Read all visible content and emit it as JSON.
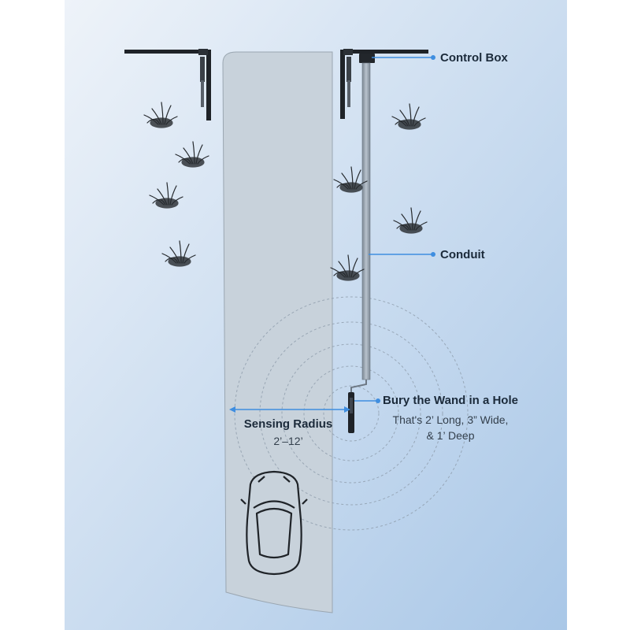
{
  "colors": {
    "panel_top": "#e6eef7",
    "panel_bottom": "#aecbe9",
    "driveway": "#c9d3dc",
    "accent": "#3f8ee0",
    "dark": "#1f2328"
  },
  "labels": {
    "control_box": "Control Box",
    "conduit": "Conduit",
    "wand_title": "Bury the Wand in a Hole",
    "wand_line1": "That's 2’ Long, 3” Wide,",
    "wand_line2": "& 1’ Deep",
    "sensing_title": "Sensing Radius",
    "sensing_value": "2’–12’"
  },
  "icons": [
    "gate-left-icon",
    "gate-right-icon",
    "grass-icon",
    "car-icon",
    "wand-icon",
    "control-box-icon"
  ]
}
